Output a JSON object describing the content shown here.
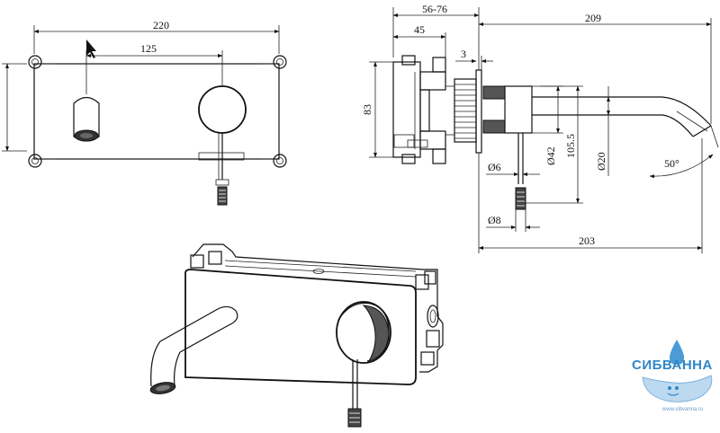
{
  "front_view": {
    "dims": {
      "width": "220",
      "spacing": "125",
      "height": "83"
    }
  },
  "side_view": {
    "dims": {
      "range": "56-76",
      "depth": "45",
      "plate": "3",
      "reach": "209",
      "spout_reach": "203",
      "body_d": "Ø42",
      "drop": "105.5",
      "spout_d": "Ø20",
      "lever_d": "Ø6",
      "tip_d": "Ø8",
      "angle": "50°"
    }
  },
  "watermark": {
    "brand": "СИБВАННА",
    "url": "www.sibvanna.ru",
    "colors": {
      "primary": "#2f86c8",
      "light": "#bcd9f0"
    }
  }
}
